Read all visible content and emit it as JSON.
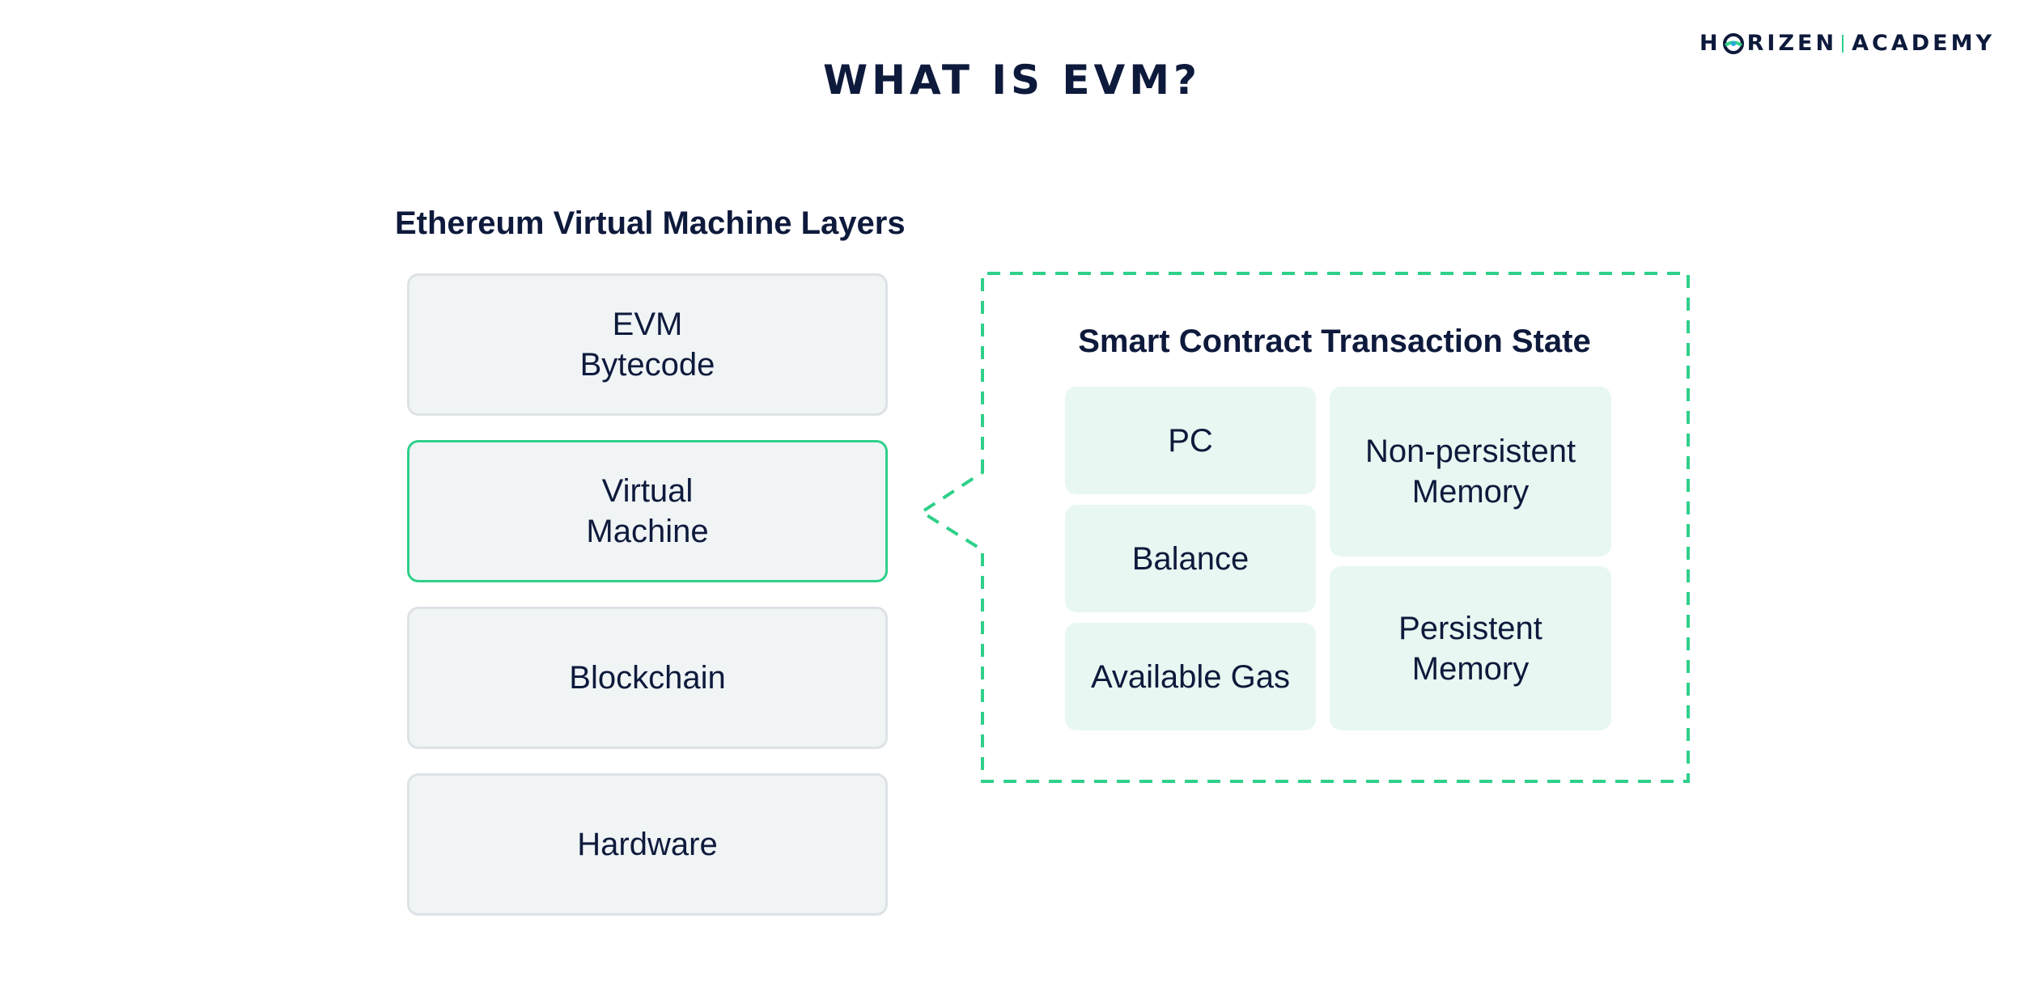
{
  "logo": {
    "part1": "H",
    "part2": "RIZEN",
    "part3": "ACADEMY",
    "icon": "horizen-logo-icon",
    "accent": "#2fd08a"
  },
  "title": "WHAT IS EVM?",
  "layers": {
    "heading": "Ethereum Virtual Machine Layers",
    "items": [
      {
        "label": "EVM\nBytecode"
      },
      {
        "label": "Virtual\nMachine"
      },
      {
        "label": "Blockchain"
      },
      {
        "label": "Hardware"
      }
    ]
  },
  "state": {
    "heading": "Smart Contract Transaction State",
    "items": [
      {
        "label": "PC"
      },
      {
        "label": "Balance"
      },
      {
        "label": "Available Gas"
      },
      {
        "label": "Non-persistent\nMemory"
      },
      {
        "label": "Persistent\nMemory"
      }
    ]
  },
  "colors": {
    "navy": "#0e1a3c",
    "green": "#2fd08a",
    "layer_bg": "#f0f4f5",
    "cell_bg": "#e8f7f1"
  }
}
